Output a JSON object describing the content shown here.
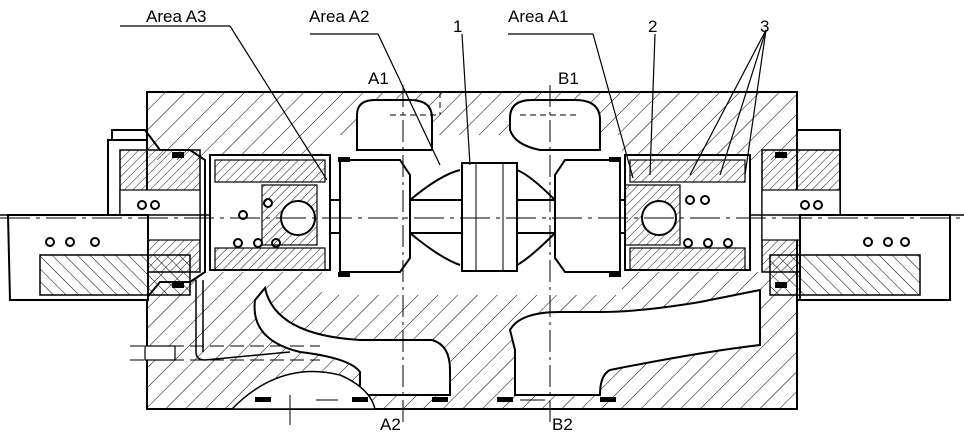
{
  "labels": {
    "area_a3": "Area A3",
    "area_a2": "Area A2",
    "area_a1": "Area A1",
    "part_1": "1",
    "part_2": "2",
    "part_3": "3",
    "port_a1": "A1",
    "port_b1": "B1",
    "port_a2": "A2",
    "port_b2": "B2"
  },
  "colors": {
    "line": "#000000",
    "background": "#ffffff"
  }
}
